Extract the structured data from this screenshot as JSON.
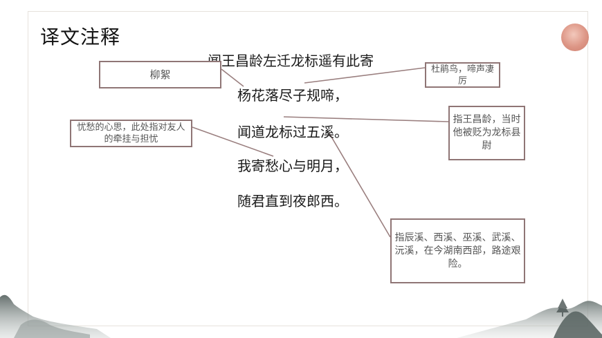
{
  "page": {
    "title": "译文注释"
  },
  "poem": {
    "title": "闻王昌龄左迁龙标遥有此寄",
    "lines": [
      "杨花落尽子规啼，",
      "闻道龙标过五溪。",
      "我寄愁心与明月，",
      "随君直到夜郎西。"
    ]
  },
  "notes": [
    {
      "text": "柳絮"
    },
    {
      "text": "杜鹃鸟，啼声凄厉"
    },
    {
      "text": "忧愁的心思，此处指对友人的牵挂与担忧"
    },
    {
      "text": "指王昌龄，当时他被贬为龙标县尉"
    },
    {
      "text": "指辰溪、西溪、巫溪、武溪、沅溪，在今湖南西部，路途艰险。"
    }
  ],
  "colors": {
    "note_border": "#8f7575",
    "connector": "#9a7f7f",
    "sun": "#d98a78",
    "mountain": "#6f7a78"
  }
}
